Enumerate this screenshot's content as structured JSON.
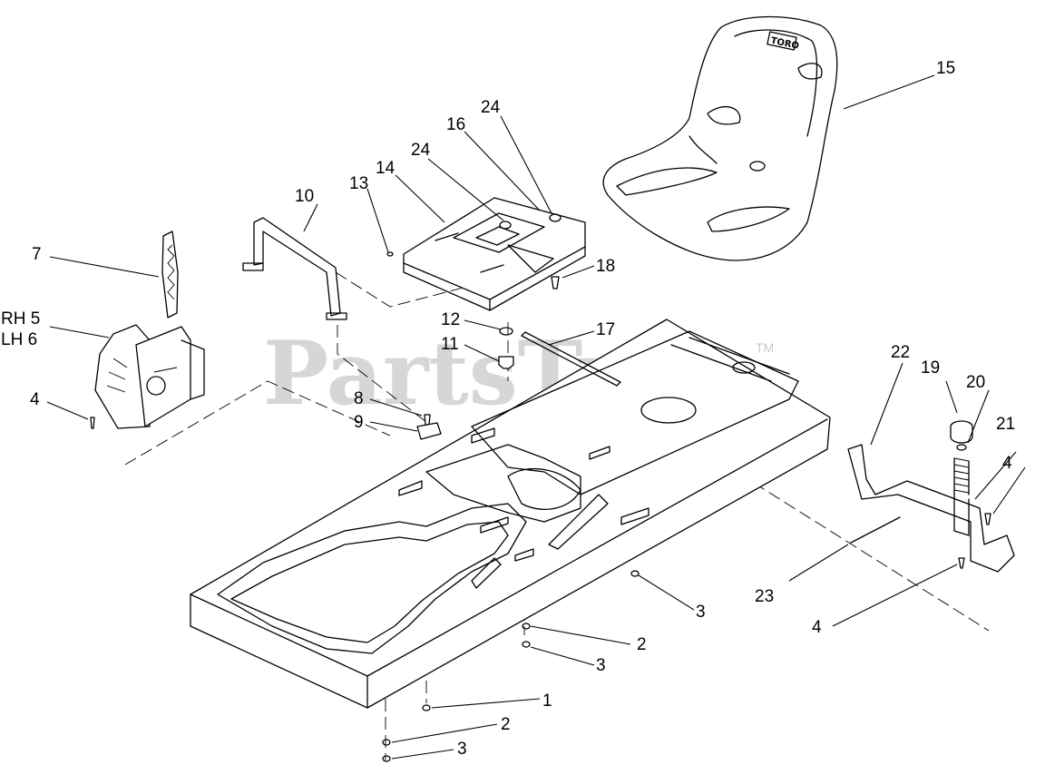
{
  "watermark": {
    "text": "PartsTree",
    "tm": "TM"
  },
  "seat_logo": "TORO",
  "callouts": {
    "c1": "1",
    "c2a": "2",
    "c2b": "2",
    "c3a": "3",
    "c3b": "3",
    "c3c": "3",
    "c4a": "4",
    "c4b": "4",
    "c4c": "4",
    "rh5": "RH 5",
    "lh6": "LH 6",
    "c7": "7",
    "c8": "8",
    "c9": "9",
    "c10": "10",
    "c11": "11",
    "c12": "12",
    "c13": "13",
    "c14": "14",
    "c15": "15",
    "c16": "16",
    "c17": "17",
    "c18": "18",
    "c19": "19",
    "c20": "20",
    "c21": "21",
    "c22": "22",
    "c23": "23",
    "c24a": "24",
    "c24b": "24"
  }
}
